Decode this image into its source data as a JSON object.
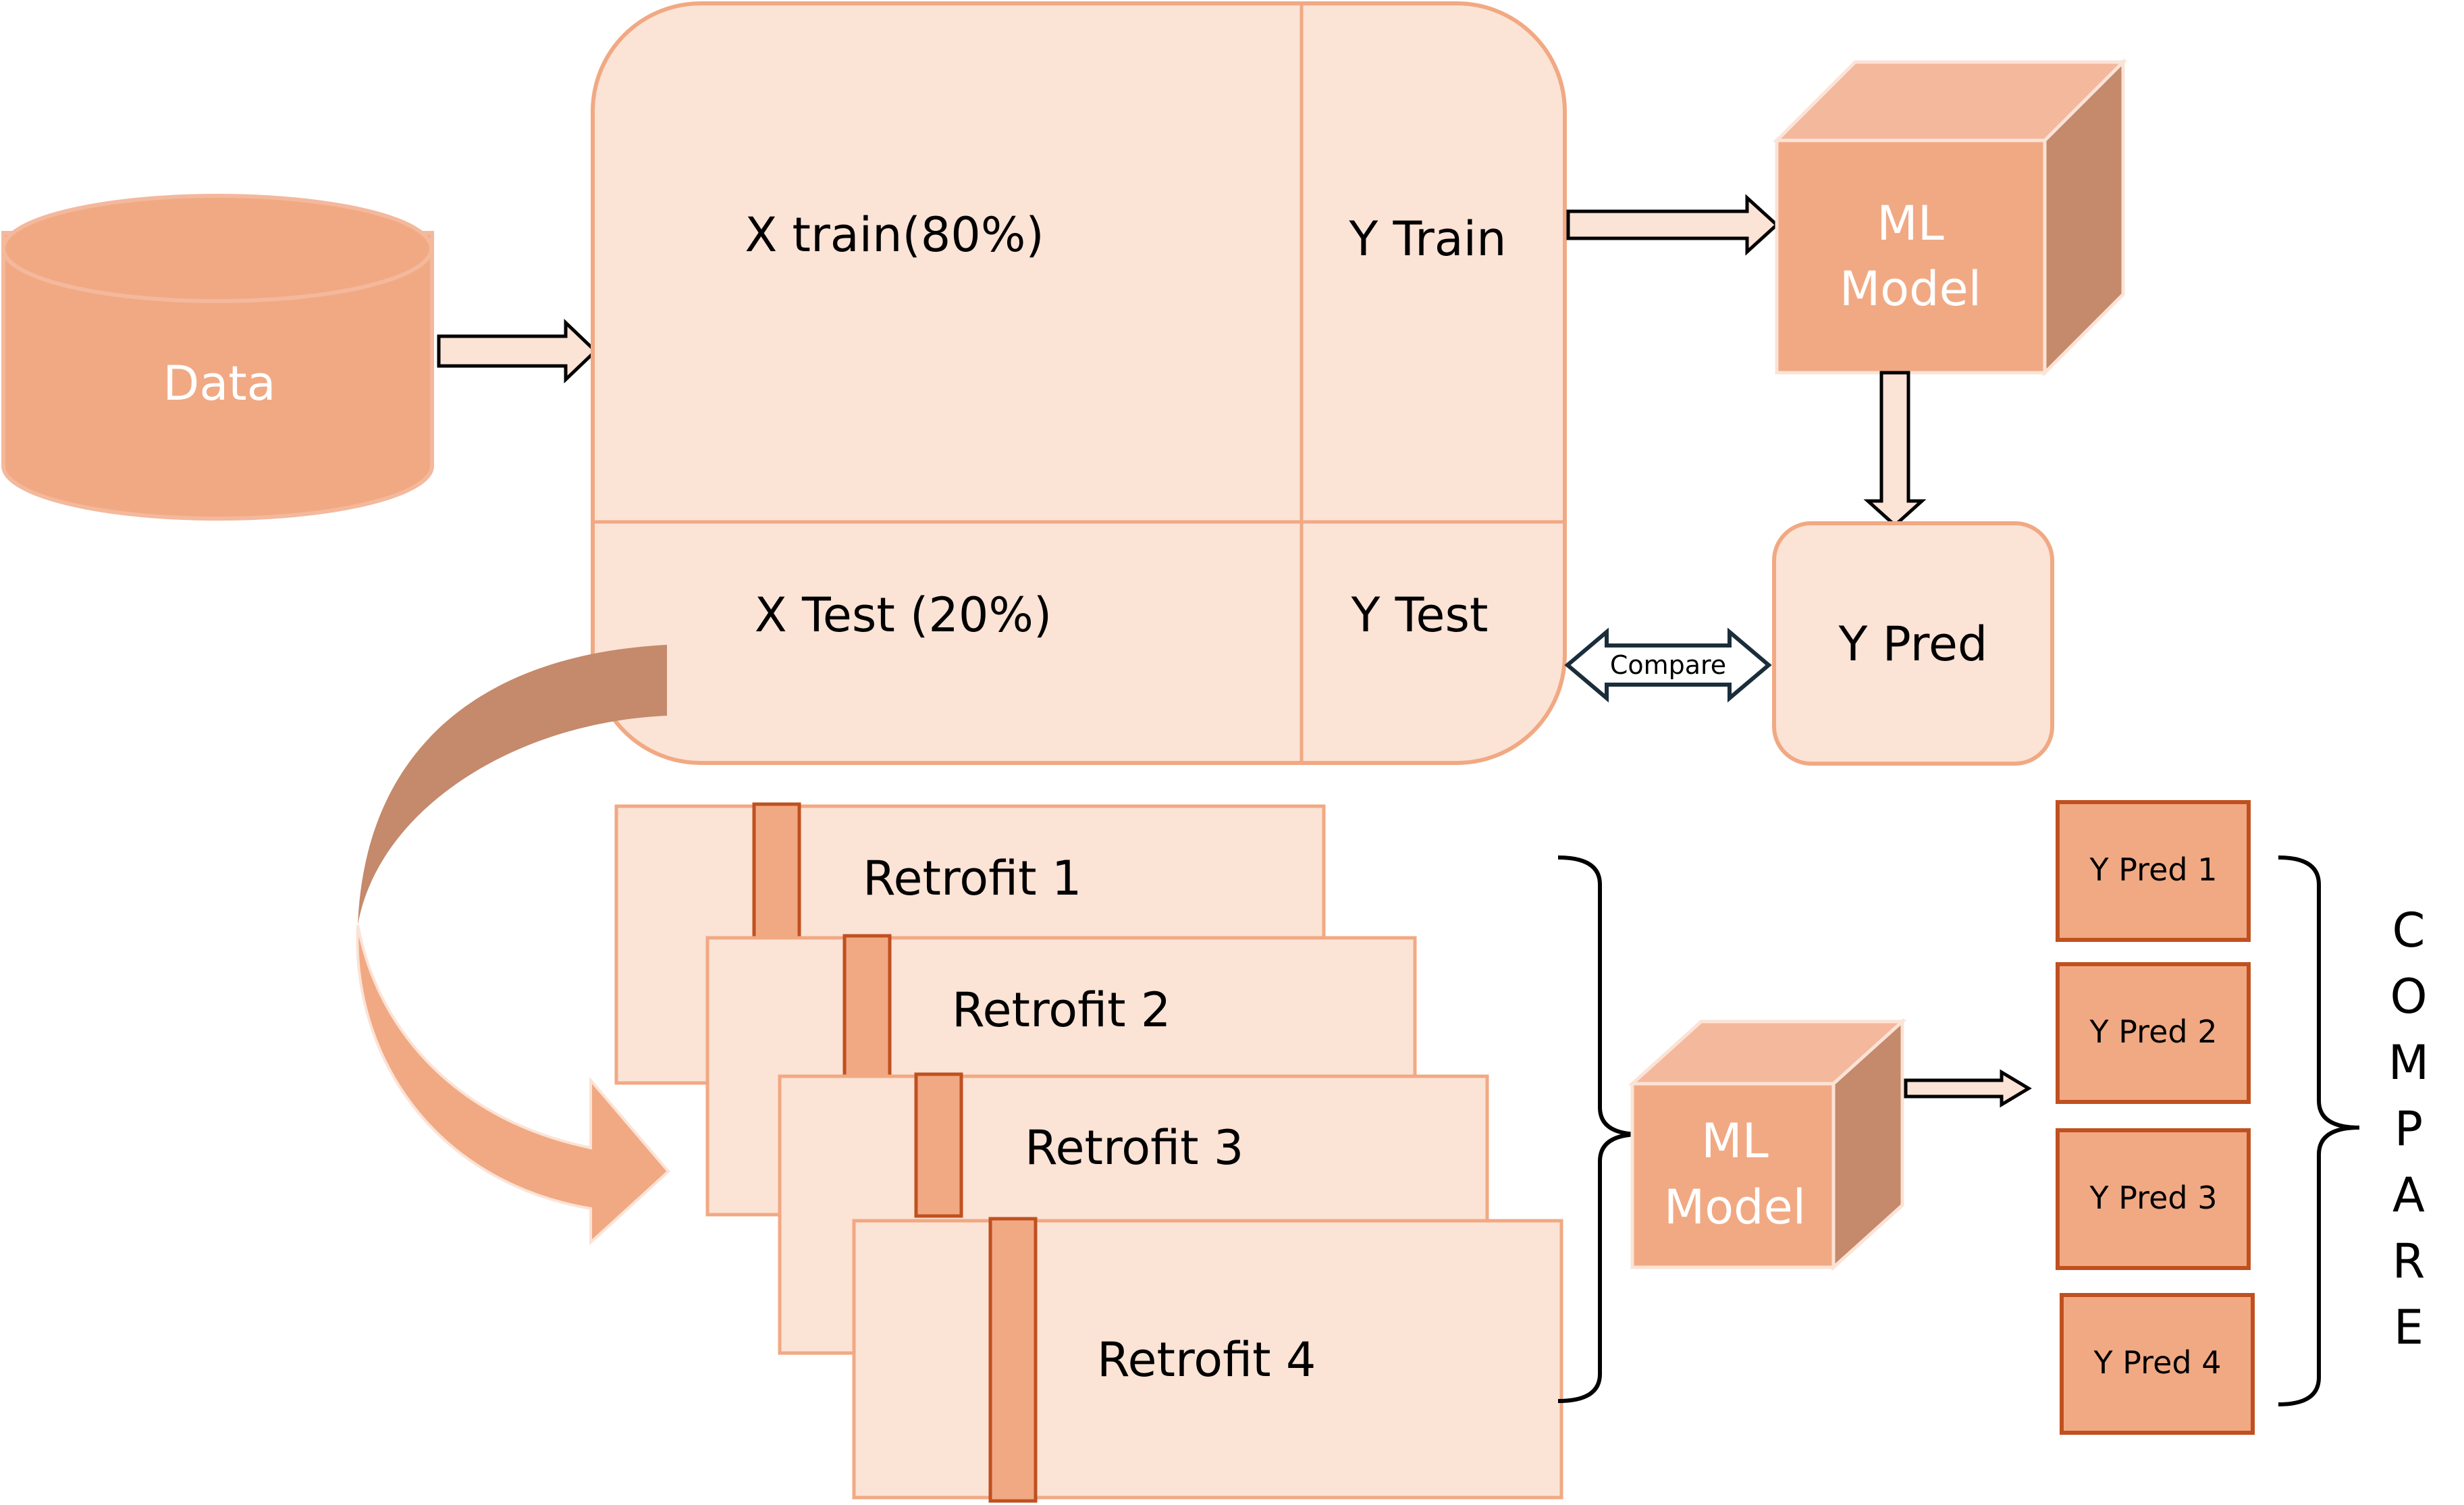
{
  "nodes": {
    "data": "Data",
    "x_train": "X train(80%)",
    "y_train": "Y Train",
    "x_test": "X Test (20%)",
    "y_test": "Y Test",
    "ml_model_top": [
      "ML",
      "Model"
    ],
    "y_pred": "Y Pred",
    "compare_arrow": "Compare",
    "retrofits": [
      "Retrofit 1",
      "Retrofit 2",
      "Retrofit 3",
      "Retrofit 4"
    ],
    "ml_model_bottom": [
      "ML",
      "Model"
    ],
    "y_preds": [
      "Y Pred 1",
      "Y Pred 2",
      "Y Pred 3",
      "Y Pred 4"
    ],
    "compare_vertical": [
      "C",
      "O",
      "M",
      "P",
      "A",
      "R",
      "E"
    ]
  },
  "colors": {
    "light_fill": "#fbe3d6",
    "light_stroke": "#f2b08a",
    "medium_fill": "#f1a983",
    "dark_face": "#c5896b",
    "top_face": "#f4b89c",
    "dark_stroke": "#c0501f",
    "ink": "#000000",
    "compare_stroke": "#1a2d3a"
  }
}
